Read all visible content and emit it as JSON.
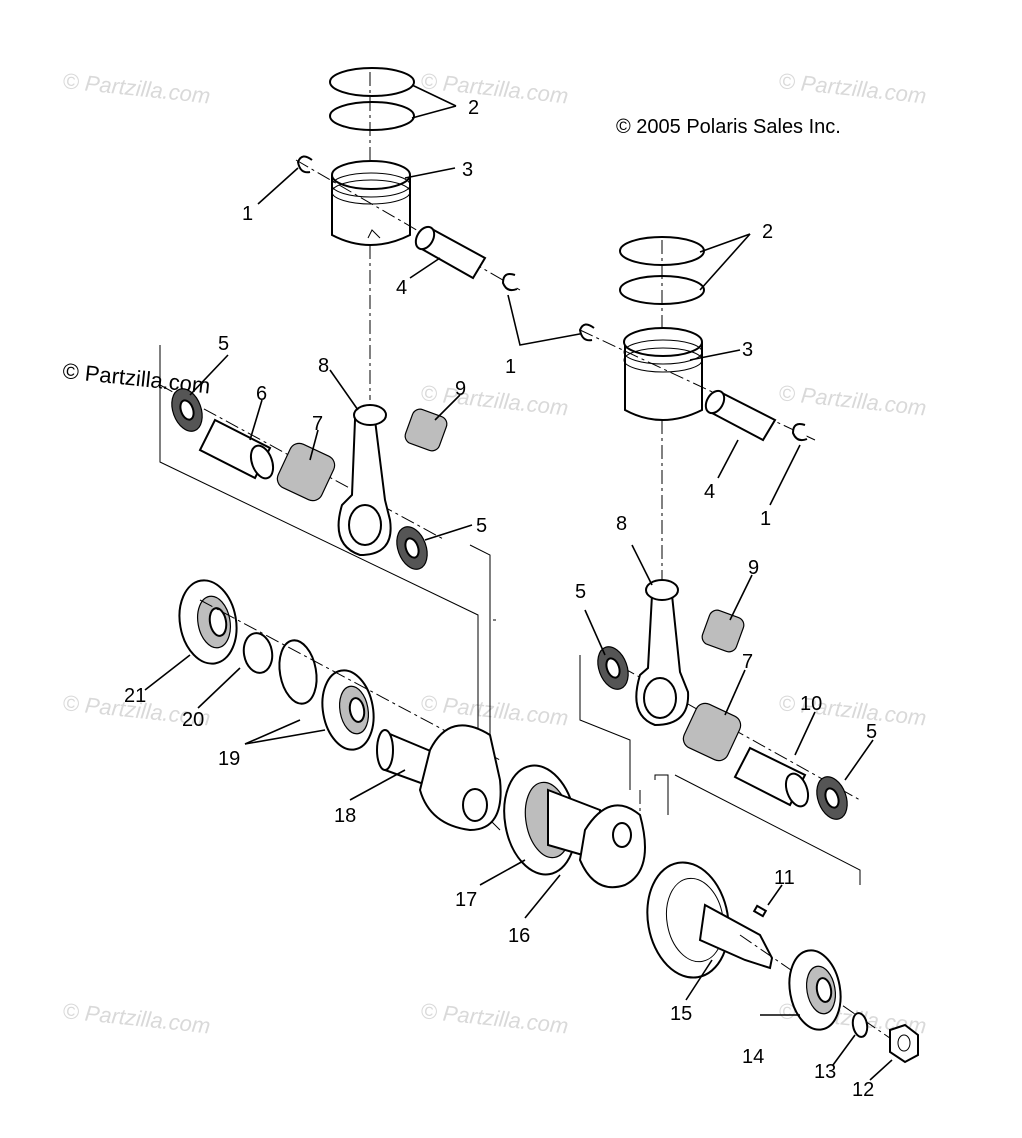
{
  "copyright": "© 2005 Polaris Sales Inc.",
  "watermark": "© Partzilla.com",
  "callouts": [
    "1",
    "2",
    "3",
    "4",
    "5",
    "6",
    "7",
    "8",
    "9",
    "10",
    "11",
    "12",
    "13",
    "14",
    "15",
    "16",
    "17",
    "18",
    "19",
    "20",
    "21"
  ]
}
